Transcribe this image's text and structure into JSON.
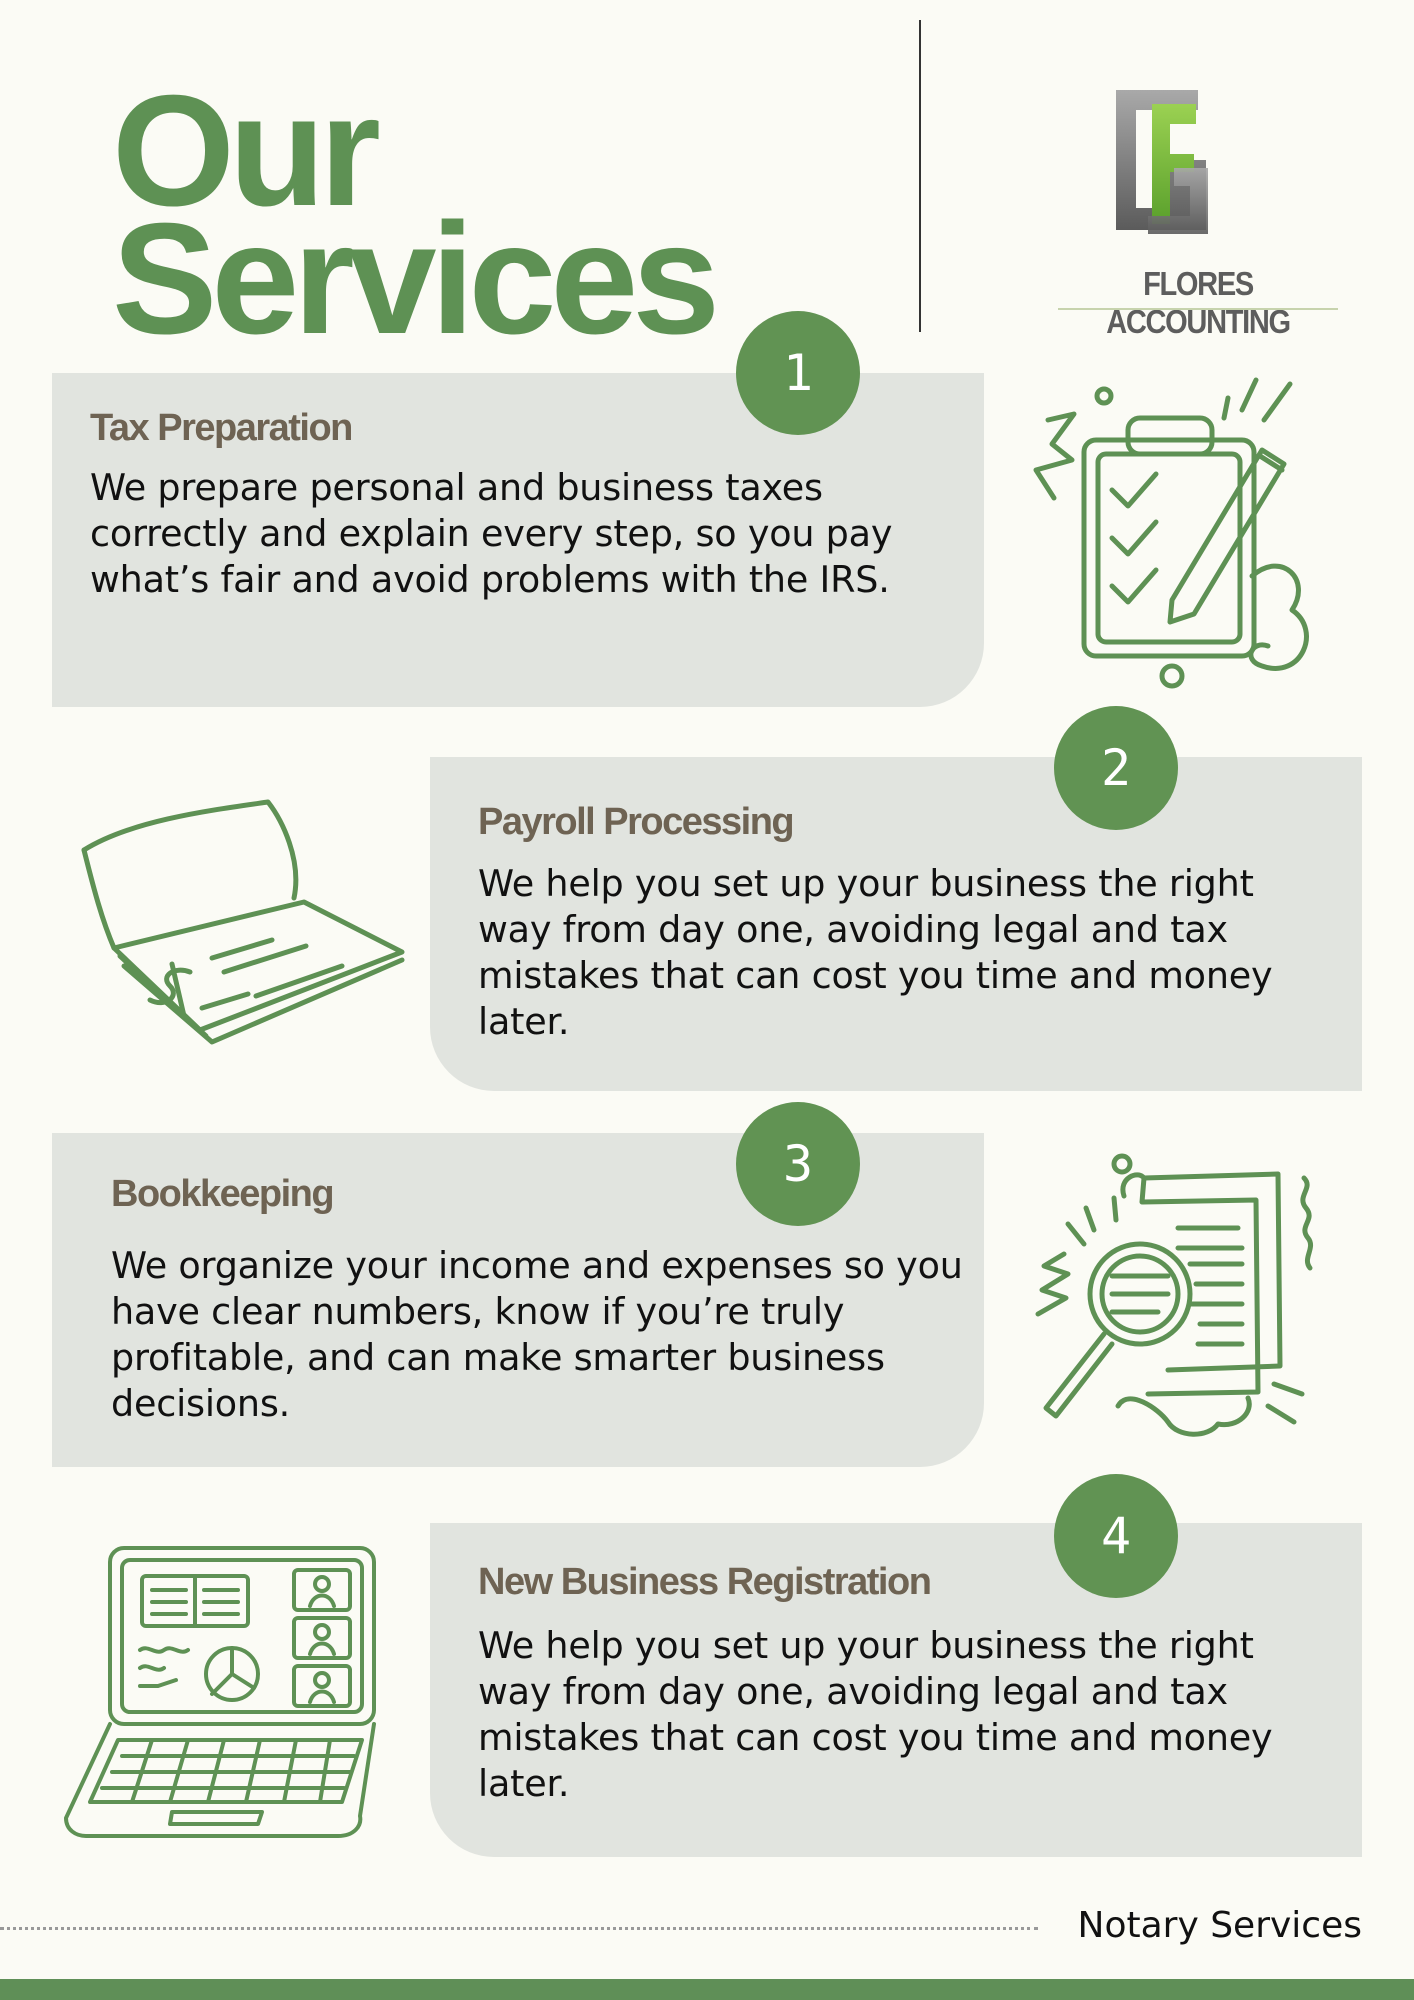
{
  "header": {
    "title_line1": "Our",
    "title_line2": "Services"
  },
  "brand": {
    "name": "FLORES ACCOUNTING",
    "logo_icon": "fg-monogram-icon"
  },
  "services": [
    {
      "number": "1",
      "title": "Tax Preparation",
      "description": "We prepare personal and business taxes correctly and explain every step, so you pay what’s fair and avoid problems with the IRS.",
      "icon": "clipboard-checklist-icon"
    },
    {
      "number": "2",
      "title": "Payroll Processing",
      "description": "We help you set up your business the right way from day one, avoiding legal and tax mistakes that can cost you time and money later.",
      "icon": "checkbook-icon"
    },
    {
      "number": "3",
      "title": "Bookkeeping",
      "description": "We organize your income and expenses so you have clear numbers, know if you’re truly profitable, and can make smarter business decisions.",
      "icon": "document-magnifier-icon"
    },
    {
      "number": "4",
      "title": "New Business Registration",
      "description": "We help you set up your business the right way from day one, avoiding legal and tax mistakes that can cost you time and money later.",
      "icon": "laptop-dashboard-icon"
    }
  ],
  "footer": {
    "text": "Notary Services"
  },
  "colors": {
    "background": "#fbfbf5",
    "accent_green": "#5e9154",
    "card_gray": "#e1e4df",
    "heading_brown": "#6e6353"
  }
}
